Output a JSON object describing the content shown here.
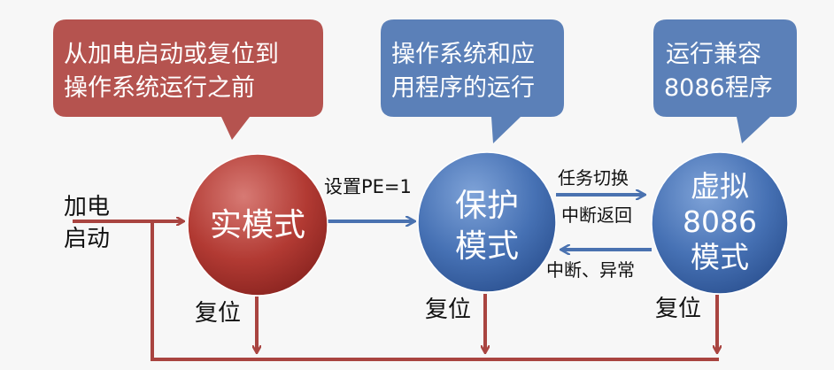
{
  "callouts": {
    "real": {
      "line1": "从加电启动或复位到",
      "line2": "操作系统运行之前"
    },
    "protected": {
      "line1": "操作系统和应",
      "line2": "用程序的运行"
    },
    "virtual": {
      "line1": "运行兼容",
      "line2": "8086程序"
    }
  },
  "nodes": {
    "real": {
      "label": "实模式"
    },
    "protected": {
      "line1": "保护",
      "line2": "模式"
    },
    "virtual": {
      "line1": "虚拟",
      "line2": "8086",
      "line3": "模式"
    }
  },
  "edges": {
    "power_on": {
      "line1": "加电",
      "line2": "启动"
    },
    "set_pe": "设置PE=1",
    "task_switch": "任务切换",
    "interrupt_return": "中断返回",
    "interrupt_exception": "中断、异常",
    "reset_real": "复位",
    "reset_protected": "复位",
    "reset_virtual": "复位"
  },
  "colors": {
    "red": "#b5534f",
    "blue": "#5b80b8",
    "arrow_red": "#a94440",
    "arrow_blue": "#4a72b0"
  }
}
